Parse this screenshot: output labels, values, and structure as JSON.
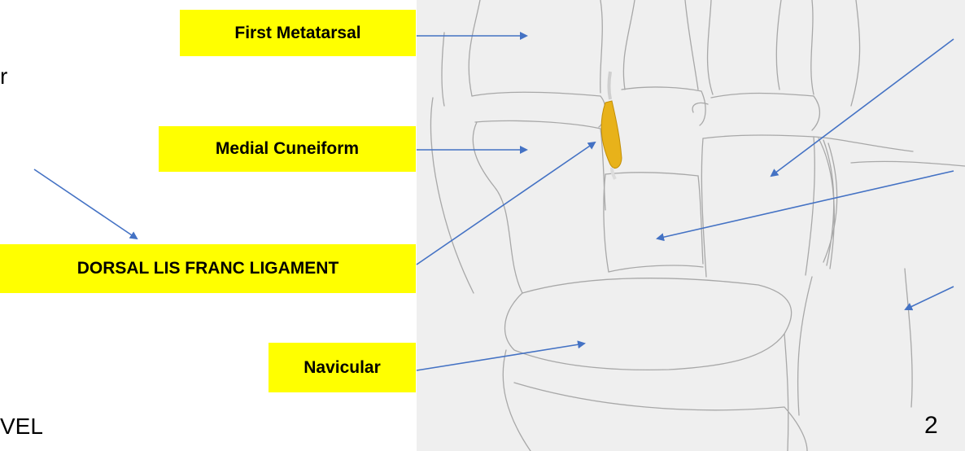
{
  "labels": {
    "first_metatarsal": "First Metatarsal",
    "medial_cuneiform": "Medial Cuneiform",
    "dorsal_lisfranc": "DORSAL LIS FRANC LIGAMENT",
    "navicular": "Navicular"
  },
  "left_edge_text": {
    "fragment_top": "r",
    "fragment_bottom": "VEL"
  },
  "slide_number": "2",
  "colors": {
    "label_bg": "#ffff00",
    "arrow": "#4472c4",
    "ligament": "#e8b21a",
    "sketch_bg": "#efefef",
    "pencil": "#a8a8a8"
  }
}
